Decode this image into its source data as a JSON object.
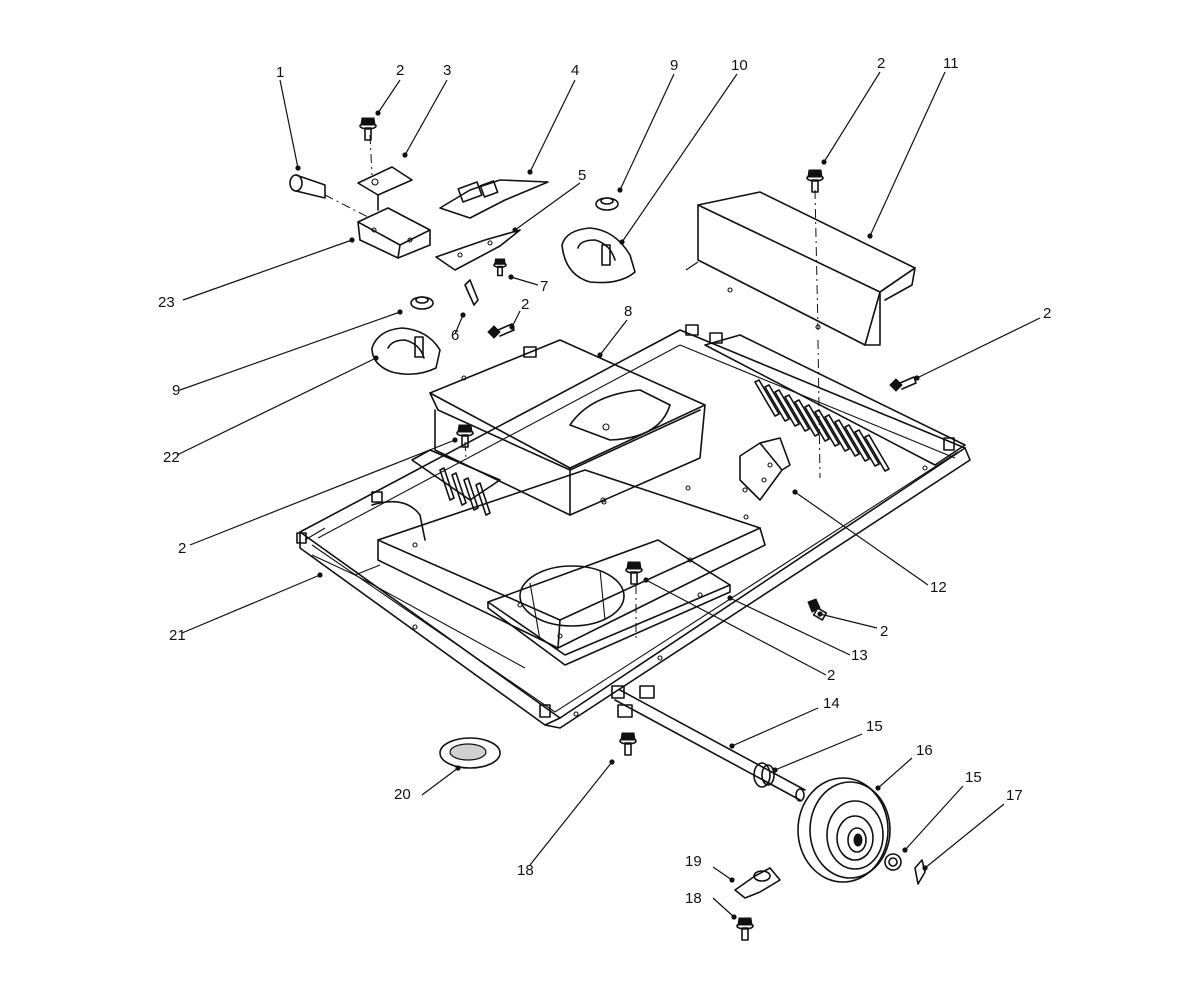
{
  "diagram": {
    "callouts": [
      {
        "id": "c-1",
        "text": "1"
      },
      {
        "id": "c-2a",
        "text": "2"
      },
      {
        "id": "c-3",
        "text": "3"
      },
      {
        "id": "c-4",
        "text": "4"
      },
      {
        "id": "c-9a",
        "text": "9"
      },
      {
        "id": "c-10",
        "text": "10"
      },
      {
        "id": "c-2b",
        "text": "2"
      },
      {
        "id": "c-11",
        "text": "11"
      },
      {
        "id": "c-5",
        "text": "5"
      },
      {
        "id": "c-7",
        "text": "7"
      },
      {
        "id": "c-23",
        "text": "23"
      },
      {
        "id": "c-2c",
        "text": "2"
      },
      {
        "id": "c-8",
        "text": "8"
      },
      {
        "id": "c-6",
        "text": "6"
      },
      {
        "id": "c-2d",
        "text": "2"
      },
      {
        "id": "c-9b",
        "text": "9"
      },
      {
        "id": "c-22",
        "text": "22"
      },
      {
        "id": "c-2e",
        "text": "2"
      },
      {
        "id": "c-12",
        "text": "12"
      },
      {
        "id": "c-21",
        "text": "21"
      },
      {
        "id": "c-2f",
        "text": "2"
      },
      {
        "id": "c-13",
        "text": "13"
      },
      {
        "id": "c-2g",
        "text": "2"
      },
      {
        "id": "c-14",
        "text": "14"
      },
      {
        "id": "c-15a",
        "text": "15"
      },
      {
        "id": "c-16",
        "text": "16"
      },
      {
        "id": "c-15b",
        "text": "15"
      },
      {
        "id": "c-17",
        "text": "17"
      },
      {
        "id": "c-20",
        "text": "20"
      },
      {
        "id": "c-18a",
        "text": "18"
      },
      {
        "id": "c-19",
        "text": "19"
      },
      {
        "id": "c-18b",
        "text": "18"
      }
    ]
  }
}
